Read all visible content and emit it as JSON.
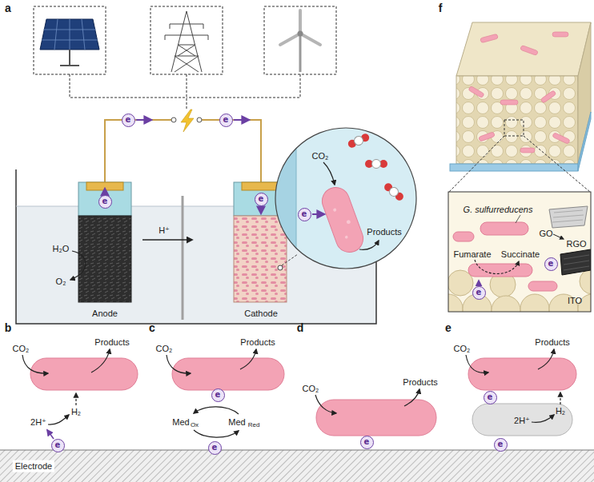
{
  "diagram": {
    "nodes": [
      {
        "text": [
          "e"
        ]
      },
      {
        "text": [
          "e"
        ]
      },
      {
        "text": [
          "e"
        ]
      },
      {
        "text": [
          "e"
        ]
      },
      {
        "text": [
          "e"
        ]
      },
      {
        "text": [
          "e"
        ]
      },
      {
        "text": [
          "e"
        ]
      },
      {
        "text": [
          "e"
        ]
      },
      {
        "text": [
          "e"
        ]
      },
      {
        "text": [
          "e"
        ]
      },
      {
        "text": [
          "e"
        ]
      },
      {
        "text": [
          "e"
        ]
      },
      {
        "text": [
          "e"
        ]
      }
    ],
    "labels": [
      "a",
      "H₂O",
      "O₂",
      "Anode",
      "H⁺",
      "Cathode",
      "CO₂",
      "Products",
      "f",
      "G. sulfurreducens",
      "Fumarate",
      "Succinate",
      "GO",
      "RGO",
      "ITO",
      "b",
      "CO₂",
      "Products",
      "2H⁺",
      "H₂",
      "c",
      "CO₂",
      "Products",
      "Med",
      "Ox",
      "Med",
      "Red",
      "d",
      "CO₂",
      "Products",
      "e",
      "CO₂",
      "Products",
      "2H⁺",
      "H₂",
      "Electrode"
    ]
  }
}
